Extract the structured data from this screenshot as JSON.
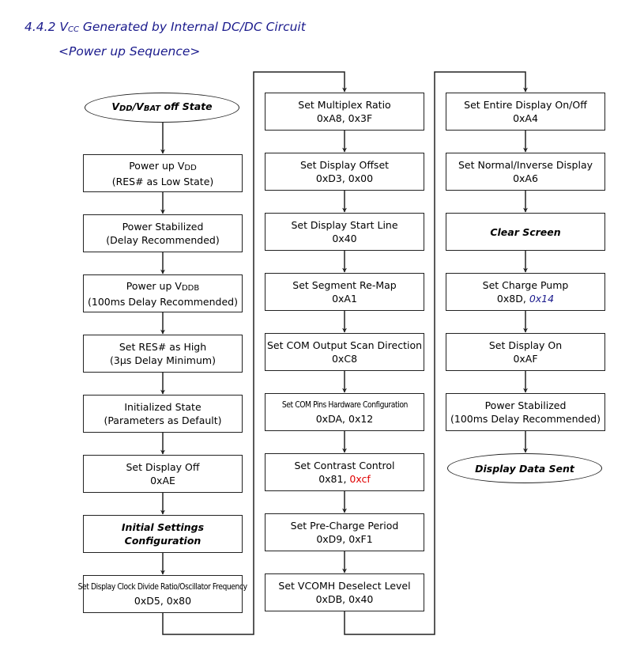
{
  "header": {
    "title_prefix": "4.4.2 V",
    "title_sub": "CC",
    "title_suffix": " Generated by Internal DC/DC Circuit",
    "subtitle": "<Power up Sequence>"
  },
  "columns": [
    {
      "nodes": [
        {
          "shape": "ellipse",
          "bold": true,
          "line1_parts": [
            {
              "t": "V"
            },
            {
              "t": "DD",
              "sub": true
            },
            {
              "t": "/V"
            },
            {
              "t": "BAT",
              "sub": true
            },
            {
              "t": " off State"
            }
          ],
          "line2": ""
        },
        {
          "shape": "box",
          "line1_parts": [
            {
              "t": "Power up V"
            },
            {
              "t": "DD",
              "sub": true
            }
          ],
          "line2": "(RES# as Low State)"
        },
        {
          "shape": "box",
          "line1": "Power Stabilized",
          "line2": "(Delay Recommended)"
        },
        {
          "shape": "box",
          "line1_parts": [
            {
              "t": "Power up V"
            },
            {
              "t": "DDB",
              "sub": true
            }
          ],
          "line2": "(100ms Delay Recommended)"
        },
        {
          "shape": "box",
          "line1": "Set RES# as High",
          "line2": "(3µs Delay Minimum)"
        },
        {
          "shape": "box",
          "line1": "Initialized State",
          "line2": "(Parameters as Default)"
        },
        {
          "shape": "box",
          "line1": "Set Display Off",
          "line2": "0xAE"
        },
        {
          "shape": "box",
          "bold": true,
          "line1": "Initial Settings",
          "line2": "Configuration"
        },
        {
          "shape": "box",
          "narrow": true,
          "line1": "Set Display Clock Divide Ratio/Oscillator Frequency",
          "line2": "0xD5, 0x80"
        }
      ]
    },
    {
      "nodes": [
        {
          "shape": "box",
          "line1": "Set Multiplex Ratio",
          "line2": "0xA8, 0x3F"
        },
        {
          "shape": "box",
          "line1": "Set Display Offset",
          "line2": "0xD3, 0x00"
        },
        {
          "shape": "box",
          "line1": "Set Display Start Line",
          "line2": "0x40"
        },
        {
          "shape": "box",
          "line1": "Set Segment Re-Map",
          "line2": "0xA1"
        },
        {
          "shape": "box",
          "line1": "Set COM Output Scan Direction",
          "line2": "0xC8"
        },
        {
          "shape": "box",
          "narrow": true,
          "line1": "Set COM Pins Hardware Configuration",
          "line2": "0xDA, 0x12"
        },
        {
          "shape": "box",
          "line1": "Set Contrast Control",
          "line2_parts": [
            {
              "t": "0x81, "
            },
            {
              "t": "0xcf",
              "color": "red"
            }
          ]
        },
        {
          "shape": "box",
          "line1": "Set Pre-Charge Period",
          "line2": "0xD9, 0xF1"
        },
        {
          "shape": "box",
          "line1": "Set VCOMH Deselect Level",
          "line2": "0xDB, 0x40"
        }
      ]
    },
    {
      "nodes": [
        {
          "shape": "box",
          "line1": "Set Entire Display On/Off",
          "line2": "0xA4"
        },
        {
          "shape": "box",
          "line1": "Set Normal/Inverse Display",
          "line2": "0xA6"
        },
        {
          "shape": "box",
          "bold": true,
          "line1": "Clear Screen",
          "line2": ""
        },
        {
          "shape": "box",
          "line1": "Set Charge Pump",
          "line2_parts": [
            {
              "t": "0x8D, "
            },
            {
              "t": "0x14",
              "color": "blue"
            }
          ]
        },
        {
          "shape": "box",
          "line1": "Set Display On",
          "line2": "0xAF"
        },
        {
          "shape": "box",
          "line1": "Power Stabilized",
          "line2": "(100ms Delay Recommended)"
        },
        {
          "shape": "ellipse",
          "bold": true,
          "line1": "Display Data Sent",
          "line2": ""
        }
      ]
    }
  ],
  "colors": {
    "heading": "#1a1a8c",
    "highlight_red": "#e00000",
    "highlight_blue": "#1a1a8c",
    "stroke": "#222222"
  }
}
